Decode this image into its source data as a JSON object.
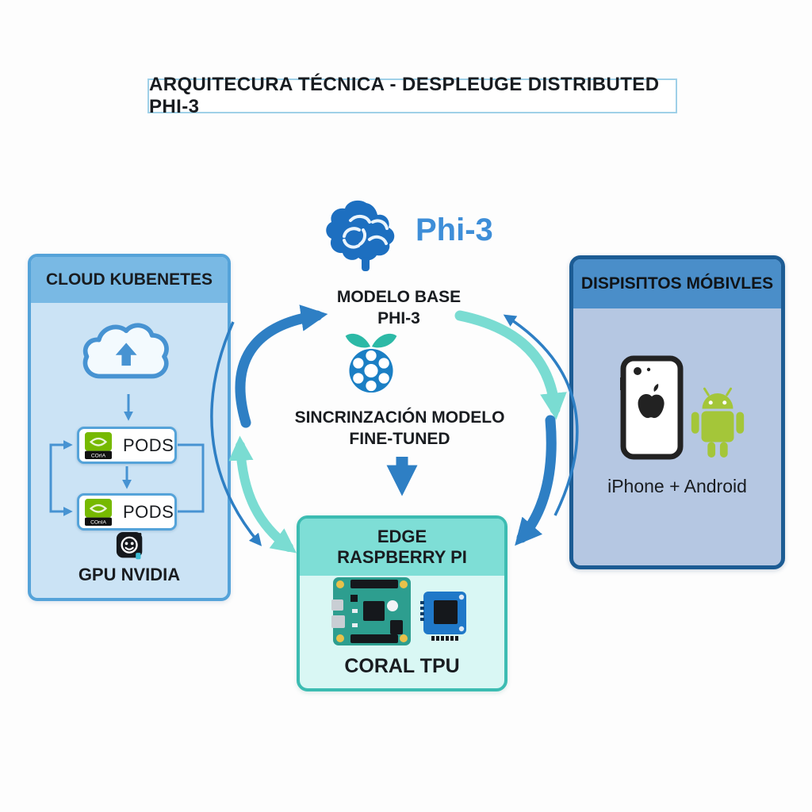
{
  "title": "ARQUITECURA TÉCNICA - DESPLEUGE DISTRIBUTED PHI-3",
  "center": {
    "brand": "Phi-3",
    "model_base_line1": "MODELO BASE",
    "model_base_line2": "PHI-3",
    "sync_line1": "SINCRINZACIÓN MODELO",
    "sync_line2": "FINE-TUNED"
  },
  "cloud_panel": {
    "header": "CLOUD KUBENETES",
    "pods": [
      {
        "label": "PODS",
        "badge": "COrIA"
      },
      {
        "label": "PODS",
        "badge": "COnIA"
      }
    ],
    "footer": "GPU NVIDIA"
  },
  "mobile_panel": {
    "header": "DISPISΠTOS MÓBIVLES",
    "caption": "iPhone + Android"
  },
  "edge_panel": {
    "header_line1": "EDGE",
    "header_line2": "RASPBERRY PI",
    "caption": "CORAL TPU"
  },
  "icons": {
    "brain-icon": "blue brain logo",
    "raspberry-icon": "raspberry pi fruit logo",
    "cloud-upload-icon": "cloud with up arrow",
    "nvidia-badge-icon": "green nvidia eye badge",
    "gpu-icon": "black gpu chip face icon",
    "iphone-icon": "white iphone with apple logo",
    "android-icon": "green android robot",
    "raspberry-pi-board-image": "teal raspberry pi circuit board",
    "coral-tpu-image": "blue coral tpu module"
  },
  "colors": {
    "arrow_blue": "#2e7fc4",
    "arrow_teal": "#7adcd2",
    "brand_blue": "#3e8ed8",
    "brain_blue": "#1d6fc0",
    "raspberry_blue": "#1b7fc4",
    "leaf_teal": "#2cb9a6",
    "cloud_panel_border": "#55a3d9",
    "cloud_panel_header": "#79b9e4",
    "cloud_panel_body": "#cbe3f5",
    "mobile_panel_border": "#1c5c94",
    "mobile_panel_header": "#4a8ec9",
    "mobile_panel_body": "#b5c7e2",
    "edge_panel_border": "#3cbcb2",
    "edge_panel_header": "#7eded6",
    "edge_panel_body": "#d9f7f4",
    "nvidia_green": "#76b900",
    "android_green": "#a4c639",
    "title_border": "#9fd0e8",
    "connector_blue": "#4793d2",
    "text_dark": "#191c20"
  }
}
